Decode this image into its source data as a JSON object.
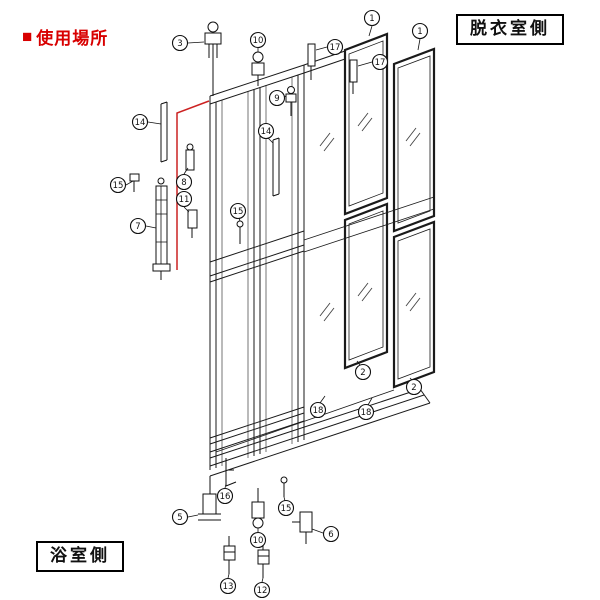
{
  "legend": {
    "marker": "■",
    "label": "使用場所"
  },
  "side_labels": {
    "dressing_room_side": "脱衣室側",
    "bathroom_side": "浴室側"
  },
  "colors": {
    "legend_red": "#d80000",
    "highlight_red": "#cc2222",
    "line": "#1a1a1a"
  },
  "callouts": [
    {
      "n": "1"
    },
    {
      "n": "1"
    },
    {
      "n": "3"
    },
    {
      "n": "10"
    },
    {
      "n": "17"
    },
    {
      "n": "17"
    },
    {
      "n": "9"
    },
    {
      "n": "14"
    },
    {
      "n": "14"
    },
    {
      "n": "15"
    },
    {
      "n": "8"
    },
    {
      "n": "11"
    },
    {
      "n": "7"
    },
    {
      "n": "15"
    },
    {
      "n": "2"
    },
    {
      "n": "2"
    },
    {
      "n": "18"
    },
    {
      "n": "18"
    },
    {
      "n": "16"
    },
    {
      "n": "5"
    },
    {
      "n": "10"
    },
    {
      "n": "15"
    },
    {
      "n": "6"
    },
    {
      "n": "13"
    },
    {
      "n": "12"
    }
  ]
}
